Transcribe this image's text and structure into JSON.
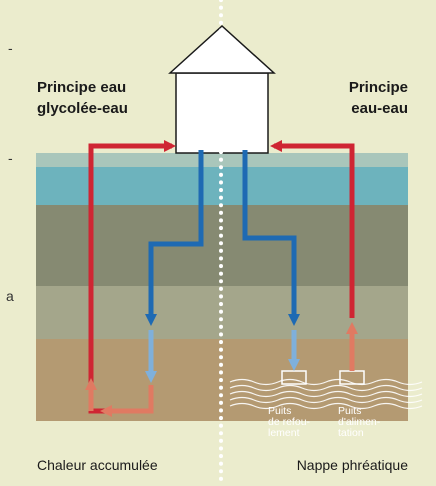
{
  "labels": {
    "left_title_line1": "Principe eau",
    "left_title_line2": "glycolée-eau",
    "right_title_line1": "Principe",
    "right_title_line2": "eau-eau",
    "well_discharge_line1": "Puits",
    "well_discharge_line2": "de refou-",
    "well_discharge_line3": "lement",
    "well_supply_line1": "Puits",
    "well_supply_line2": "d'alimen-",
    "well_supply_line3": "tation",
    "left_caption": "Chaleur accumulée",
    "right_caption": "Nappe phréatique"
  },
  "margin_marks": [
    "-",
    "-",
    "a"
  ],
  "colors": {
    "background": "#ebeccd",
    "layer_top": "#a9c6bb",
    "layer_water": "#6db3bd",
    "layer_dark": "#868a72",
    "layer_mid": "#a4a68b",
    "layer_ground": "#b49a72",
    "hot_pipe": "#cf2533",
    "cold_pipe": "#1e6ab3",
    "hot_faded": "#e07a62",
    "cold_faded": "#7fb0db",
    "divider": "#ffffff"
  }
}
